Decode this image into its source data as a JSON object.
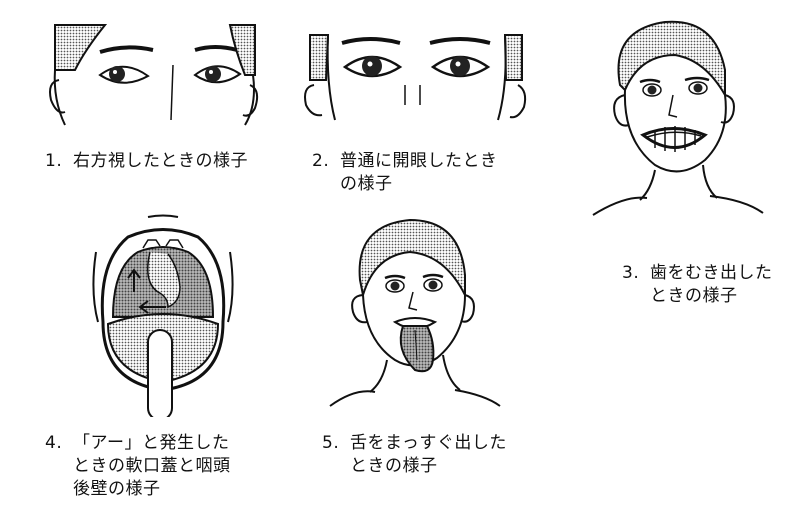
{
  "figures": [
    {
      "number": "1.",
      "lines": [
        "右方視したときの様子"
      ],
      "illustration": "eyes-looking-right"
    },
    {
      "number": "2.",
      "lines": [
        "普通に開眼したとき",
        "の様子"
      ],
      "illustration": "eyes-open-normal"
    },
    {
      "number": "3.",
      "lines": [
        "歯をむき出した",
        "ときの様子"
      ],
      "illustration": "face-baring-teeth"
    },
    {
      "number": "4.",
      "lines": [
        "「アー」と発生した",
        "ときの軟口蓋と咽頭",
        "後壁の様子"
      ],
      "illustration": "open-mouth-soft-palate"
    },
    {
      "number": "5.",
      "lines": [
        "舌をまっすぐ出した",
        "ときの様子"
      ],
      "illustration": "face-tongue-out"
    }
  ],
  "style": {
    "ink": "#111111",
    "hair_shade": "#bdbdbd",
    "background": "#ffffff"
  }
}
